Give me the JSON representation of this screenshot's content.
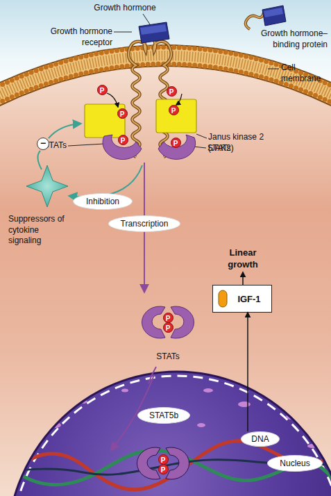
{
  "diagram": {
    "nodes": [
      {
        "text": [
          "Inhibition"
        ]
      },
      {
        "text": [
          "Transcription"
        ]
      },
      {
        "text": [
          "IGF-1"
        ]
      },
      {
        "text": [
          "STAT5b"
        ]
      },
      {
        "text": [
          "DNA"
        ]
      },
      {
        "text": [
          "Nucleus"
        ]
      }
    ],
    "edges": [
      {
        "from": 4,
        "to": 2,
        "arrow": "to"
      }
    ],
    "labels": [
      "Growth hormone",
      "Growth hormone–binding protein",
      "Growth hormone receptor",
      "Cell membrane",
      "P",
      "P",
      "P",
      "P",
      "Janus kinase 2 (JAK2)",
      "P",
      "STATs",
      "P",
      "STATs",
      "−",
      "Suppressors of cytokine signaling",
      "Linear growth",
      "P",
      "P",
      "STATs",
      "P",
      "P"
    ]
  }
}
